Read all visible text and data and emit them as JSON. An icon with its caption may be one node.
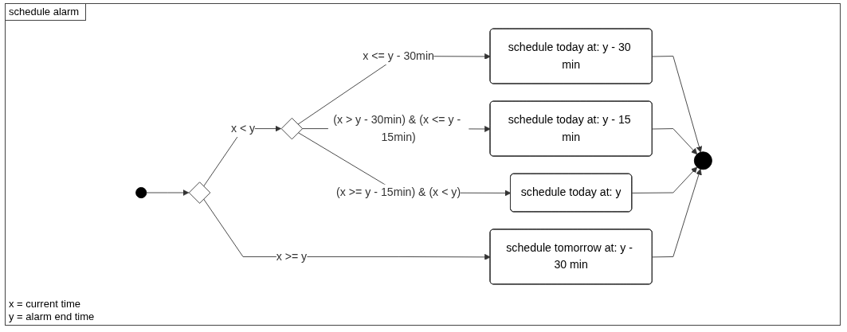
{
  "diagram": {
    "title": "schedule alarm",
    "nodes": [
      {
        "text": [],
        "shape": "circle"
      },
      {
        "text": [],
        "shape": "diamond"
      },
      {
        "text": [],
        "shape": "diamond"
      },
      {
        "text": [
          "schedule today at: y - 30 min"
        ]
      },
      {
        "text": [
          "schedule today at: y - 15 min"
        ]
      },
      {
        "text": [
          "schedule today at: y"
        ]
      },
      {
        "text": [
          "schedule tomorrow at: y - 30 min"
        ]
      },
      {
        "text": [],
        "shape": "circle"
      }
    ],
    "edges": [
      {
        "from": 0,
        "to": 1,
        "arrow": "to"
      },
      {
        "from": 1,
        "to": 2,
        "arrow": "to",
        "label": "x < y"
      },
      {
        "from": 1,
        "to": 6,
        "arrow": "to",
        "label": "x >= y"
      },
      {
        "from": 2,
        "to": 3,
        "arrow": "to",
        "label": "x <= y - 30min"
      },
      {
        "from": 2,
        "to": 4,
        "arrow": "to",
        "label": "(x > y - 30min) & (x <= y - 15min)"
      },
      {
        "from": 2,
        "to": 5,
        "arrow": "to",
        "label": "(x >= y - 15min) & (x < y)"
      },
      {
        "from": 3,
        "to": 7,
        "arrow": "to"
      },
      {
        "from": 4,
        "to": 7,
        "arrow": "to"
      },
      {
        "from": 5,
        "to": 7,
        "arrow": "to"
      },
      {
        "from": 6,
        "to": 7,
        "arrow": "to"
      }
    ],
    "labels": [
      "x = current time",
      "y = alarm end time"
    ]
  }
}
